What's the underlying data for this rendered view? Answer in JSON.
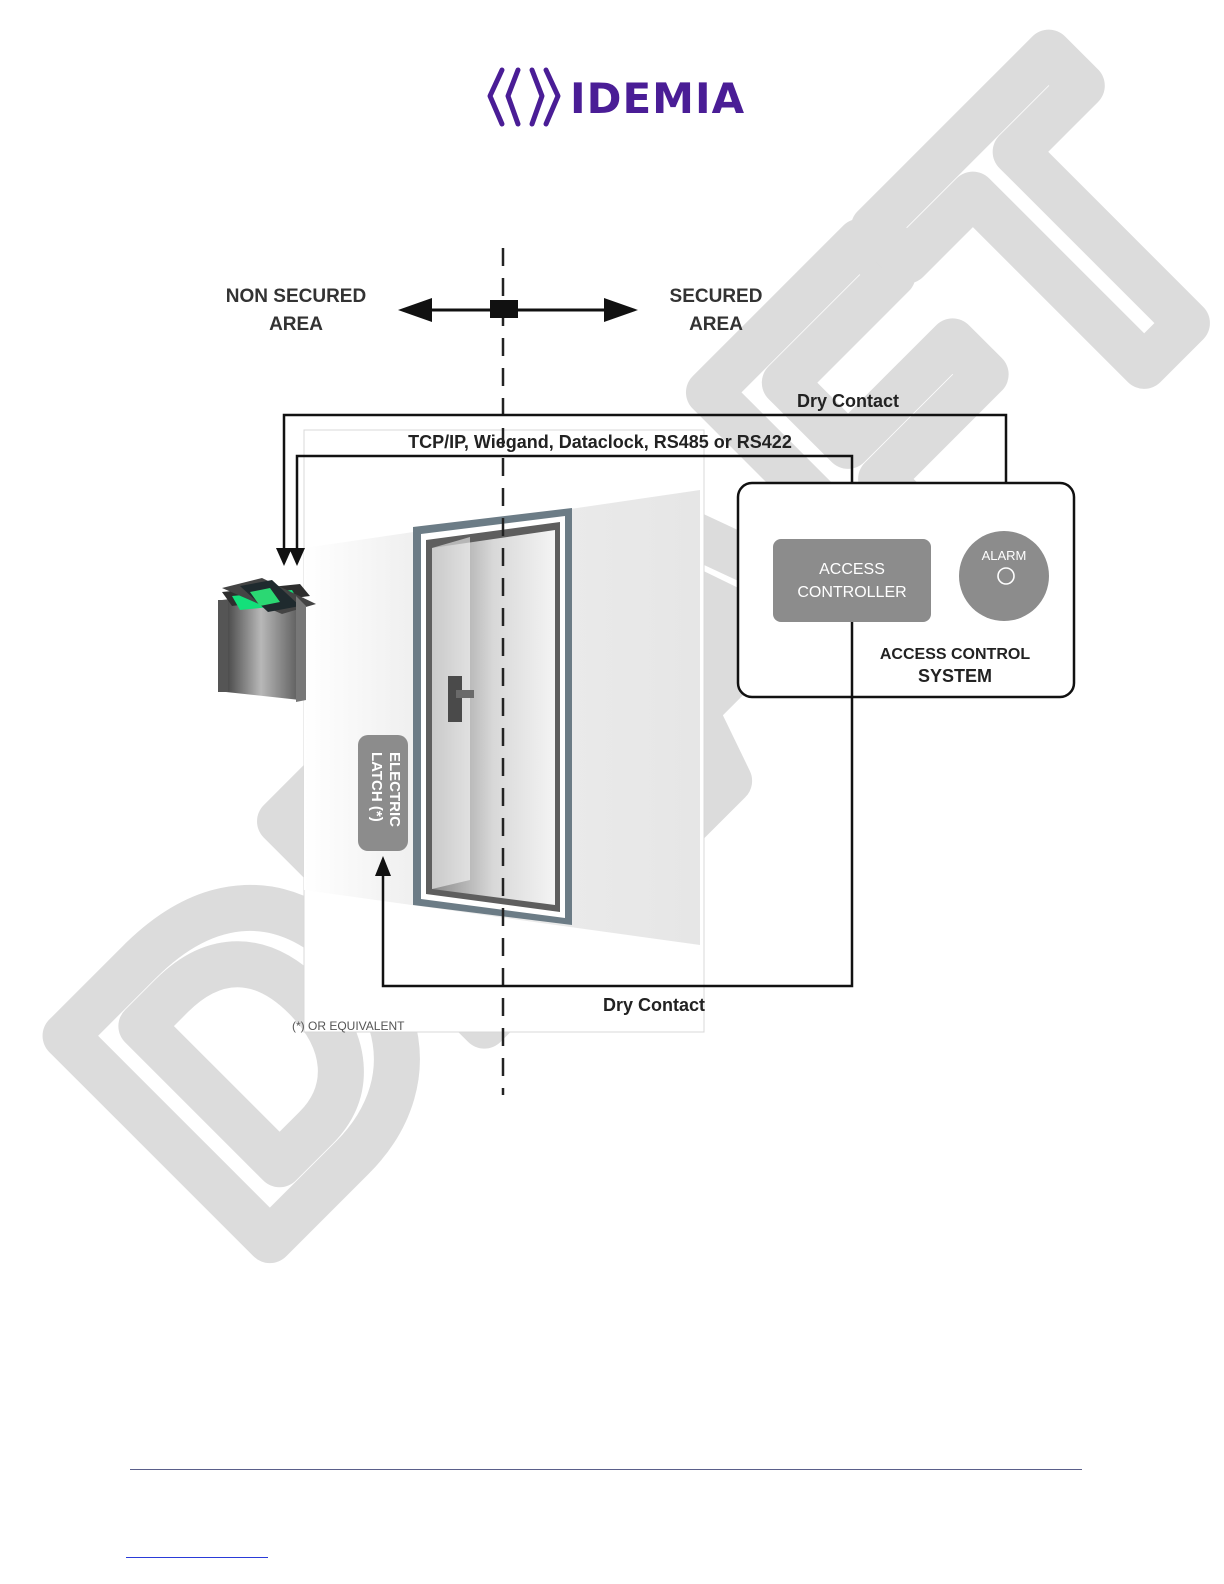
{
  "header": {
    "logo_text": "IDEMIA",
    "logo_color": "#4a1d96"
  },
  "diagram": {
    "left_area": [
      "NON SECURED",
      "AREA"
    ],
    "right_area": [
      "SECURED",
      "AREA"
    ],
    "dry_contact_top": "Dry Contact",
    "protocols": "TCP/IP, Wiegand, Dataclock, RS485 or RS422",
    "access_controller": [
      "ACCESS",
      "CONTROLLER"
    ],
    "alarm": "ALARM",
    "access_control_system": [
      "ACCESS CONTROL",
      "SYSTEM"
    ],
    "electric_latch": [
      "ELECTRIC",
      "LATCH (*)"
    ],
    "dry_contact_bottom": "Dry Contact",
    "footnote": "(*) OR EQUIVALENT",
    "watermark": "DRAFT",
    "box_color": "#8c8c8c"
  },
  "footer": {
    "rule_color": "#5a5f8a",
    "link_color": "#2a3bd8"
  }
}
